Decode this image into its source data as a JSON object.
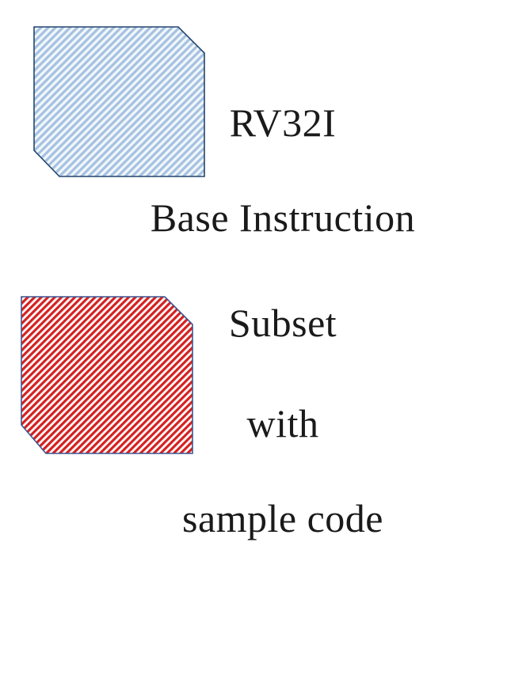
{
  "page": {
    "background_color": "#ffffff",
    "text_color": "#1a1a1a"
  },
  "title": {
    "lines": [
      "RV32I",
      "Base Instruction",
      "Subset",
      "with",
      "sample code"
    ],
    "full_text": "RV32I Base Instruction Subset with sample code"
  },
  "shapes": {
    "blue_square": {
      "description": "square with clipped top-right and bottom-left corners, diagonal forward-slash hatching",
      "hatch_color": "#a6c2e1",
      "background_color": "#f2f7fb",
      "border_color": "#24456e"
    },
    "red_square": {
      "description": "square with clipped top-right and bottom-left corners, diagonal forward-slash hatching",
      "hatch_color": "#d42121",
      "background_color": "#fefdfd",
      "border_color": "#3c5694"
    }
  }
}
